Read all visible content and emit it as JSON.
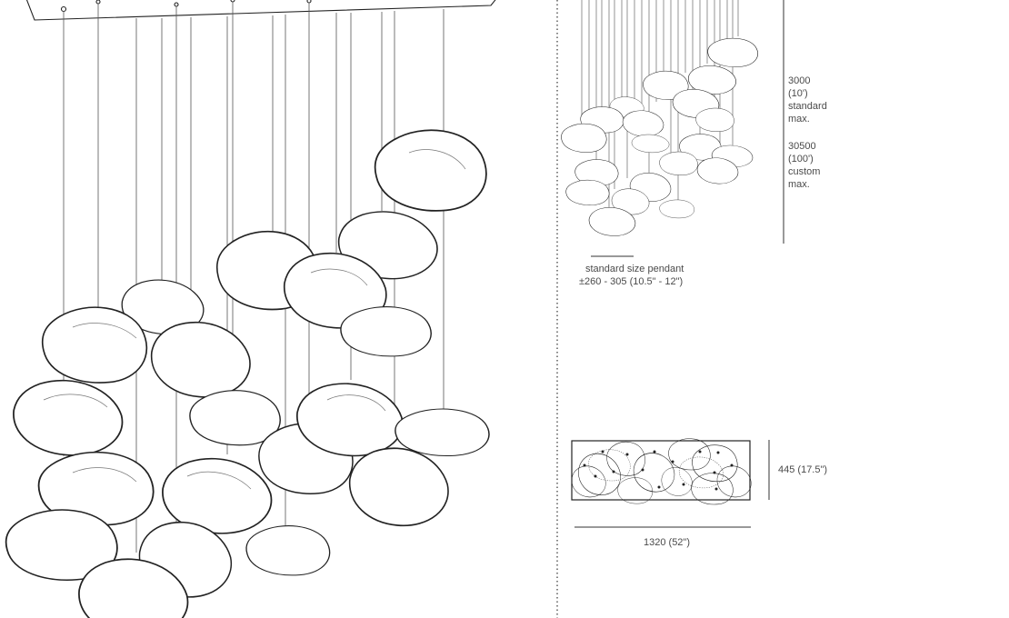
{
  "height_dims": {
    "standard": [
      "3000",
      "(10')",
      "standard",
      "max."
    ],
    "custom": [
      "30500",
      "(100')",
      "custom",
      "max."
    ]
  },
  "pendant": {
    "label": "standard size pendant",
    "range": "±260 - 305 (10.5\" - 12\")"
  },
  "footprint": {
    "depth": "445 (17.5\")",
    "width": "1320 (52\")"
  }
}
